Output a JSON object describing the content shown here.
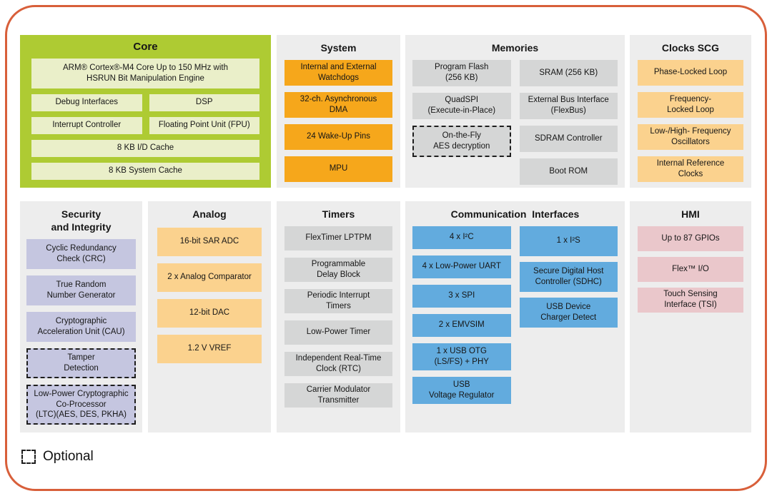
{
  "diagram": {
    "type": "mcu-feature-block-diagram",
    "legend_label": "Optional"
  },
  "colors": {
    "frame_border": "#d85f3a",
    "core_panel_bg": "#aecb33",
    "core_block": "#eaefc9",
    "panel_bg": "#ededed",
    "system_block": "#f6a71b",
    "clocks_analog_block": "#fbd28e",
    "memories_timers_block": "#d5d6d6",
    "security_block": "#c5c6e0",
    "communication_block": "#62abde",
    "hmi_block": "#eac7cb",
    "optional_dash": "#1e1e1e"
  },
  "sections": {
    "core": {
      "title": "Core",
      "blocks": {
        "arm": "ARM® Cortex®-M4 Core Up to 150 MHz with\nHSRUN Bit Manipulation Engine",
        "debug": "Debug Interfaces",
        "dsp": "DSP",
        "intc": "Interrupt Controller",
        "fpu": "Floating Point Unit (FPU)",
        "idcache": "8 KB I/D Cache",
        "syscache": "8 KB System Cache"
      }
    },
    "system": {
      "title": "System",
      "blocks": [
        "Internal and External\nWatchdogs",
        "32-ch. Asynchronous\nDMA",
        "24 Wake-Up Pins",
        "MPU"
      ]
    },
    "memories": {
      "title": "Memories",
      "left": [
        "Program Flash\n(256 KB)",
        "QuadSPI\n(Execute-in-Place)",
        "On-the-Fly\nAES decryption"
      ],
      "right": [
        "SRAM (256 KB)",
        "External Bus Interface\n(FlexBus)",
        "SDRAM Controller",
        "Boot ROM"
      ]
    },
    "clocks_scg": {
      "title": "Clocks SCG",
      "blocks": [
        "Phase-Locked Loop",
        "Frequency-\nLocked Loop",
        "Low-/High- Frequency\nOscillators",
        "Internal Reference\nClocks"
      ]
    },
    "security": {
      "title": "Security\nand Integrity",
      "blocks": [
        "Cyclic Redundancy\nCheck (CRC)",
        "True Random\nNumber Generator",
        "Cryptographic\nAcceleration Unit (CAU)",
        "Tamper\nDetection",
        "Low-Power Cryptographic\nCo-Processor\n(LTC)(AES, DES, PKHA)"
      ]
    },
    "analog": {
      "title": "Analog",
      "blocks": [
        "16-bit SAR ADC",
        "2 x Analog Comparator",
        "12-bit DAC",
        "1.2 V VREF"
      ]
    },
    "timers": {
      "title": "Timers",
      "blocks": [
        "FlexTimer LPTPM",
        "Programmable\nDelay Block",
        "Periodic Interrupt\nTimers",
        "Low-Power Timer",
        "Independent Real-Time\nClock (RTC)",
        "Carrier Modulator\nTransmitter"
      ]
    },
    "communication": {
      "title": "Communication  Interfaces",
      "left": [
        "4 x I²C",
        "4 x Low-Power UART",
        "3 x SPI",
        "2 x EMVSIM",
        "1 x USB OTG\n(LS/FS) + PHY",
        "USB\nVoltage Regulator"
      ],
      "right": [
        "1 x I²S",
        "Secure Digital Host\nController (SDHC)",
        "USB Device\nCharger Detect"
      ]
    },
    "hmi": {
      "title": "HMI",
      "blocks": [
        "Up to 87 GPIOs",
        "Flex™ I/O",
        "Touch Sensing\nInterface (TSI)"
      ]
    }
  }
}
